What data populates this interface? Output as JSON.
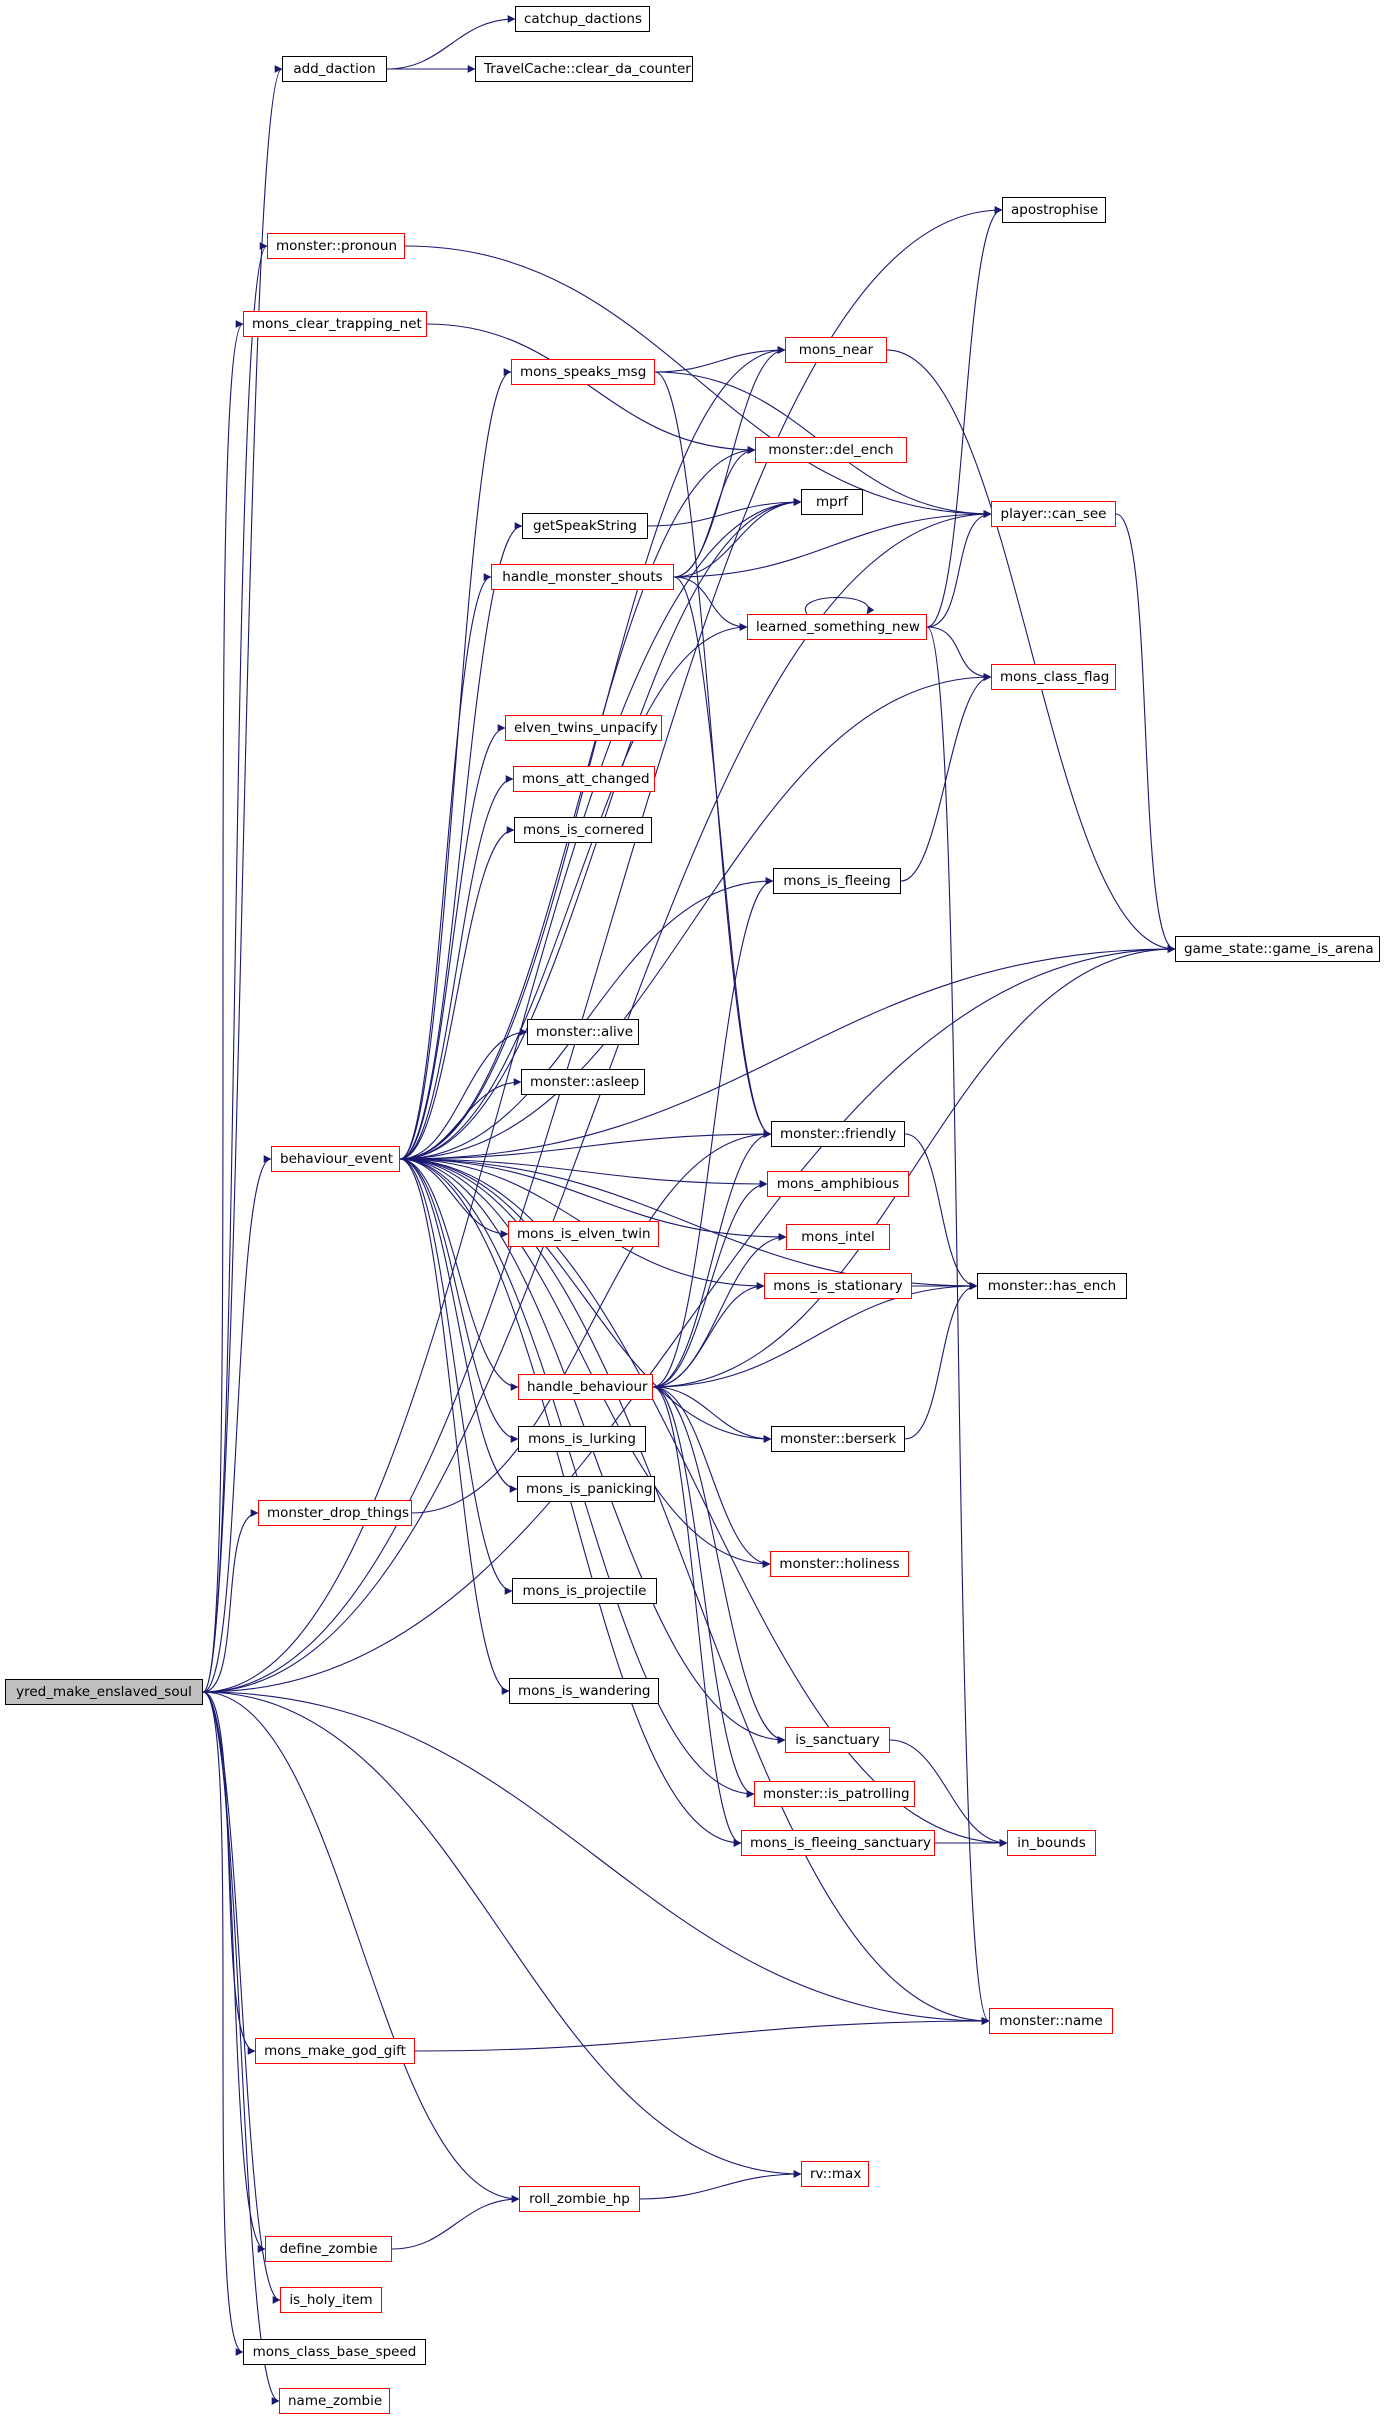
{
  "colors": {
    "edge": "#191970",
    "border_black": "#000000",
    "border_red": "#ff0000",
    "root_fill": "#bfbfbf"
  },
  "nodes": [
    {
      "id": "yred",
      "label": "yred_make_enslaved_soul",
      "style": "root"
    },
    {
      "id": "add_daction",
      "label": "add_daction",
      "style": "black"
    },
    {
      "id": "catchup_dactions",
      "label": "catchup_dactions",
      "style": "black"
    },
    {
      "id": "clear_da_counter",
      "label": "TravelCache::clear_da_counter",
      "style": "black"
    },
    {
      "id": "apostrophise",
      "label": "apostrophise",
      "style": "black"
    },
    {
      "id": "pronoun",
      "label": "monster::pronoun",
      "style": "red"
    },
    {
      "id": "mons_clear_trapping_net",
      "label": "mons_clear_trapping_net",
      "style": "red"
    },
    {
      "id": "mons_speaks_msg",
      "label": "mons_speaks_msg",
      "style": "red"
    },
    {
      "id": "mons_near",
      "label": "mons_near",
      "style": "red"
    },
    {
      "id": "del_ench",
      "label": "monster::del_ench",
      "style": "red"
    },
    {
      "id": "mprf",
      "label": "mprf",
      "style": "black"
    },
    {
      "id": "getSpeakString",
      "label": "getSpeakString",
      "style": "black"
    },
    {
      "id": "player_can_see",
      "label": "player::can_see",
      "style": "red"
    },
    {
      "id": "handle_monster_shouts",
      "label": "handle_monster_shouts",
      "style": "red"
    },
    {
      "id": "learned_something_new",
      "label": "learned_something_new",
      "style": "red"
    },
    {
      "id": "mons_class_flag",
      "label": "mons_class_flag",
      "style": "red"
    },
    {
      "id": "elven_twins_unpacify",
      "label": "elven_twins_unpacify",
      "style": "red"
    },
    {
      "id": "mons_att_changed",
      "label": "mons_att_changed",
      "style": "red"
    },
    {
      "id": "mons_is_cornered",
      "label": "mons_is_cornered",
      "style": "black"
    },
    {
      "id": "mons_is_fleeing",
      "label": "mons_is_fleeing",
      "style": "black"
    },
    {
      "id": "game_is_arena",
      "label": "game_state::game_is_arena",
      "style": "black"
    },
    {
      "id": "alive",
      "label": "monster::alive",
      "style": "black"
    },
    {
      "id": "asleep",
      "label": "monster::asleep",
      "style": "black"
    },
    {
      "id": "behaviour_event",
      "label": "behaviour_event",
      "style": "red"
    },
    {
      "id": "friendly",
      "label": "monster::friendly",
      "style": "black"
    },
    {
      "id": "mons_amphibious",
      "label": "mons_amphibious",
      "style": "red"
    },
    {
      "id": "mons_is_elven_twin",
      "label": "mons_is_elven_twin",
      "style": "red"
    },
    {
      "id": "mons_intel",
      "label": "mons_intel",
      "style": "red"
    },
    {
      "id": "mons_is_stationary",
      "label": "mons_is_stationary",
      "style": "red"
    },
    {
      "id": "has_ench",
      "label": "monster::has_ench",
      "style": "black"
    },
    {
      "id": "handle_behaviour",
      "label": "handle_behaviour",
      "style": "red"
    },
    {
      "id": "berserk",
      "label": "monster::berserk",
      "style": "black"
    },
    {
      "id": "mons_is_lurking",
      "label": "mons_is_lurking",
      "style": "black"
    },
    {
      "id": "monster_drop_things",
      "label": "monster_drop_things",
      "style": "red"
    },
    {
      "id": "mons_is_panicking",
      "label": "mons_is_panicking",
      "style": "black"
    },
    {
      "id": "holiness",
      "label": "monster::holiness",
      "style": "red"
    },
    {
      "id": "mons_is_projectile",
      "label": "mons_is_projectile",
      "style": "black"
    },
    {
      "id": "mons_is_wandering",
      "label": "mons_is_wandering",
      "style": "black"
    },
    {
      "id": "is_sanctuary",
      "label": "is_sanctuary",
      "style": "red"
    },
    {
      "id": "is_patrolling",
      "label": "monster::is_patrolling",
      "style": "red"
    },
    {
      "id": "mons_is_fleeing_sanctuary",
      "label": "mons_is_fleeing_sanctuary",
      "style": "red"
    },
    {
      "id": "in_bounds",
      "label": "in_bounds",
      "style": "red"
    },
    {
      "id": "monster_name",
      "label": "monster::name",
      "style": "red"
    },
    {
      "id": "mons_make_god_gift",
      "label": "mons_make_god_gift",
      "style": "red"
    },
    {
      "id": "rv_max",
      "label": "rv::max",
      "style": "red"
    },
    {
      "id": "roll_zombie_hp",
      "label": "roll_zombie_hp",
      "style": "red"
    },
    {
      "id": "define_zombie",
      "label": "define_zombie",
      "style": "red"
    },
    {
      "id": "is_holy_item",
      "label": "is_holy_item",
      "style": "red"
    },
    {
      "id": "mons_class_base_speed",
      "label": "mons_class_base_speed",
      "style": "black"
    },
    {
      "id": "name_zombie",
      "label": "name_zombie",
      "style": "red"
    }
  ],
  "edges": [
    [
      "yred",
      "add_daction"
    ],
    [
      "yred",
      "apostrophise"
    ],
    [
      "yred",
      "player_can_see"
    ],
    [
      "yred",
      "pronoun"
    ],
    [
      "yred",
      "mons_clear_trapping_net"
    ],
    [
      "yred",
      "mprf"
    ],
    [
      "yred",
      "behaviour_event"
    ],
    [
      "yred",
      "monster_drop_things"
    ],
    [
      "yred",
      "game_is_arena"
    ],
    [
      "yred",
      "monster_name"
    ],
    [
      "yred",
      "mons_make_god_gift"
    ],
    [
      "yred",
      "rv_max"
    ],
    [
      "yred",
      "roll_zombie_hp"
    ],
    [
      "yred",
      "define_zombie"
    ],
    [
      "yred",
      "is_holy_item"
    ],
    [
      "yred",
      "mons_class_base_speed"
    ],
    [
      "yred",
      "name_zombie"
    ],
    [
      "add_daction",
      "catchup_dactions"
    ],
    [
      "add_daction",
      "clear_da_counter"
    ],
    [
      "pronoun",
      "player_can_see"
    ],
    [
      "mons_clear_trapping_net",
      "del_ench"
    ],
    [
      "mons_speaks_msg",
      "mons_near"
    ],
    [
      "mons_speaks_msg",
      "player_can_see"
    ],
    [
      "mons_speaks_msg",
      "friendly"
    ],
    [
      "mons_near",
      "game_is_arena"
    ],
    [
      "getSpeakString",
      "mprf"
    ],
    [
      "handle_monster_shouts",
      "mons_near"
    ],
    [
      "handle_monster_shouts",
      "del_ench"
    ],
    [
      "handle_monster_shouts",
      "mprf"
    ],
    [
      "handle_monster_shouts",
      "player_can_see"
    ],
    [
      "handle_monster_shouts",
      "learned_something_new"
    ],
    [
      "handle_monster_shouts",
      "friendly"
    ],
    [
      "learned_something_new",
      "apostrophise"
    ],
    [
      "learned_something_new",
      "player_can_see"
    ],
    [
      "learned_something_new",
      "learned_something_new"
    ],
    [
      "learned_something_new",
      "mons_class_flag"
    ],
    [
      "learned_something_new",
      "monster_name"
    ],
    [
      "player_can_see",
      "game_is_arena"
    ],
    [
      "mons_is_fleeing",
      "mons_class_flag"
    ],
    [
      "behaviour_event",
      "mons_speaks_msg"
    ],
    [
      "behaviour_event",
      "mons_near"
    ],
    [
      "behaviour_event",
      "del_ench"
    ],
    [
      "behaviour_event",
      "mprf"
    ],
    [
      "behaviour_event",
      "getSpeakString"
    ],
    [
      "behaviour_event",
      "handle_monster_shouts"
    ],
    [
      "behaviour_event",
      "learned_something_new"
    ],
    [
      "behaviour_event",
      "mons_class_flag"
    ],
    [
      "behaviour_event",
      "elven_twins_unpacify"
    ],
    [
      "behaviour_event",
      "mons_att_changed"
    ],
    [
      "behaviour_event",
      "mons_is_cornered"
    ],
    [
      "behaviour_event",
      "mons_is_fleeing"
    ],
    [
      "behaviour_event",
      "has_ench"
    ],
    [
      "behaviour_event",
      "alive"
    ],
    [
      "behaviour_event",
      "asleep"
    ],
    [
      "behaviour_event",
      "friendly"
    ],
    [
      "behaviour_event",
      "mons_amphibious"
    ],
    [
      "behaviour_event",
      "mons_is_elven_twin"
    ],
    [
      "behaviour_event",
      "mons_intel"
    ],
    [
      "behaviour_event",
      "mons_is_stationary"
    ],
    [
      "behaviour_event",
      "handle_behaviour"
    ],
    [
      "behaviour_event",
      "mons_is_lurking"
    ],
    [
      "behaviour_event",
      "mons_is_panicking"
    ],
    [
      "behaviour_event",
      "berserk"
    ],
    [
      "behaviour_event",
      "mons_is_projectile"
    ],
    [
      "behaviour_event",
      "holiness"
    ],
    [
      "behaviour_event",
      "mons_is_wandering"
    ],
    [
      "behaviour_event",
      "is_sanctuary"
    ],
    [
      "behaviour_event",
      "is_patrolling"
    ],
    [
      "behaviour_event",
      "mons_is_fleeing_sanctuary"
    ],
    [
      "behaviour_event",
      "in_bounds"
    ],
    [
      "behaviour_event",
      "game_is_arena"
    ],
    [
      "behaviour_event",
      "monster_name"
    ],
    [
      "friendly",
      "has_ench"
    ],
    [
      "mons_is_stationary",
      "has_ench"
    ],
    [
      "handle_behaviour",
      "mons_is_fleeing"
    ],
    [
      "handle_behaviour",
      "friendly"
    ],
    [
      "handle_behaviour",
      "mons_amphibious"
    ],
    [
      "handle_behaviour",
      "mons_intel"
    ],
    [
      "handle_behaviour",
      "mons_is_stationary"
    ],
    [
      "handle_behaviour",
      "has_ench"
    ],
    [
      "handle_behaviour",
      "game_is_arena"
    ],
    [
      "handle_behaviour",
      "berserk"
    ],
    [
      "handle_behaviour",
      "holiness"
    ],
    [
      "handle_behaviour",
      "is_sanctuary"
    ],
    [
      "handle_behaviour",
      "is_patrolling"
    ],
    [
      "handle_behaviour",
      "mons_is_fleeing_sanctuary"
    ],
    [
      "berserk",
      "has_ench"
    ],
    [
      "monster_drop_things",
      "friendly"
    ],
    [
      "is_sanctuary",
      "in_bounds"
    ],
    [
      "mons_is_fleeing_sanctuary",
      "in_bounds"
    ],
    [
      "mons_make_god_gift",
      "monster_name"
    ],
    [
      "roll_zombie_hp",
      "rv_max"
    ],
    [
      "define_zombie",
      "roll_zombie_hp"
    ]
  ]
}
